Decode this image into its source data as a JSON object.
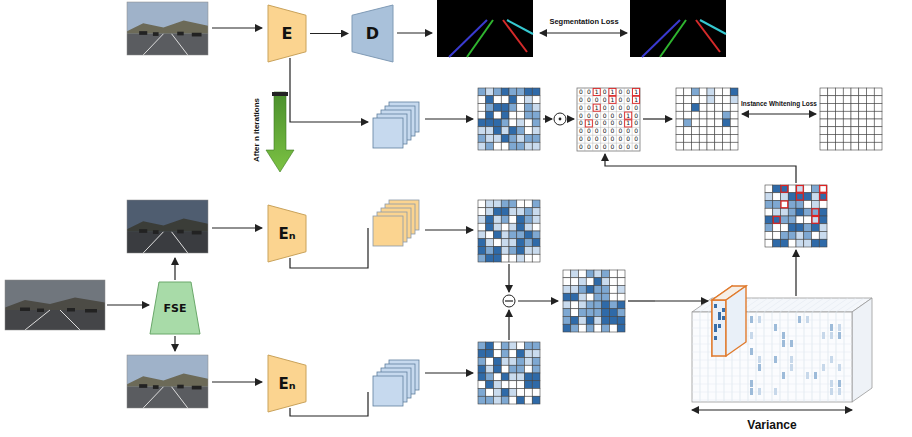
{
  "diagram": {
    "nodes": [
      {
        "text": [
          "E"
        ]
      },
      {
        "text": [
          "D"
        ]
      },
      {
        "text": [
          "Eₙ"
        ]
      },
      {
        "text": [
          "FSE"
        ]
      },
      {
        "text": [
          "Eₙ"
        ]
      }
    ],
    "edges": [
      {
        "from": 0,
        "to": 1,
        "arrow": "to"
      }
    ],
    "labels": [
      "Segmentation Loss",
      "After n iterations",
      "Instance Whitening Loss",
      "0",
      "0",
      "1",
      "0",
      "1",
      "0",
      "0",
      "1",
      "0",
      "0",
      "0",
      "0",
      "1",
      "0",
      "0",
      "1",
      "0",
      "0",
      "1",
      "0",
      "0",
      "0",
      "0",
      "0",
      "0",
      "0",
      "0",
      "0",
      "0",
      "0",
      "1",
      "0",
      "0",
      "1",
      "0",
      "0",
      "0",
      "0",
      "1",
      "0",
      "0",
      "0",
      "0",
      "0",
      "0",
      "0",
      "0",
      "0",
      "0",
      "0",
      "0",
      "0",
      "0",
      "0",
      "0",
      "0",
      "0",
      "0",
      "0",
      "0",
      "0",
      "0",
      "0",
      "0",
      "Variance"
    ]
  }
}
